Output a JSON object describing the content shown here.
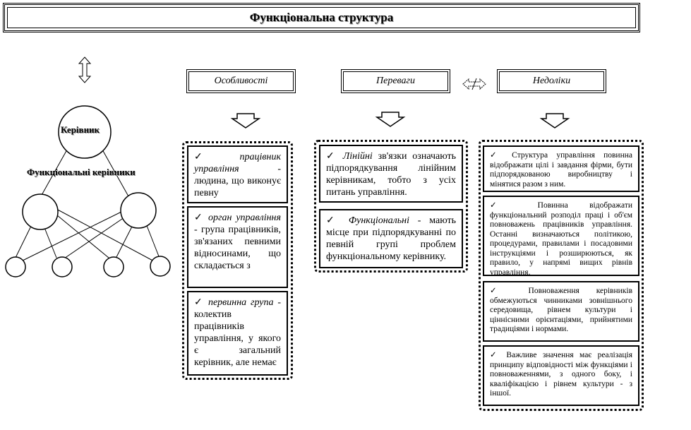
{
  "title": "Функціональна структура",
  "diagram": {
    "manager_label": "Керівник",
    "functional_label": "Функціональні керівники"
  },
  "columns": {
    "features": {
      "header": "Особливості",
      "cards": [
        {
          "check": "✓",
          "term": "працівник управління",
          "text": " - людина, що виконує певну"
        },
        {
          "check": "✓",
          "term": "орган управління",
          "text": " - група працівників, зв'язаних певними відносинами, що складається з"
        },
        {
          "check": "✓",
          "term": "первинна група",
          "text": " - колектив працівників управління, у якого є загальний керівник, але немає"
        }
      ]
    },
    "advantages": {
      "header": "Переваги",
      "cards": [
        {
          "check": "✓",
          "term": "Лінійні",
          "text": " зв'язки означають підпорядкування лінійним керівникам, тобто з усіх питань управління."
        },
        {
          "check": "✓",
          "term": "Функціональні",
          "text": " - мають місце при підпорядкуванні по певній групі проблем функціональному керівнику."
        }
      ]
    },
    "disadvantages": {
      "header": "Недоліки",
      "cards": [
        {
          "check": "✓",
          "text": " Структура управління повинна відображати цілі і завдання фірми, бути підпорядкованою виробництву і мінятися разом з ним."
        },
        {
          "check": "✓",
          "text": " Повинна відображати функціональний розподіл праці і об'єм повноважень працівників управління. Останні визначаються політикою, процедурами, правилами і посадовими інструкціями і розширюються, як правило, у напрямі вищих рівнів управління."
        },
        {
          "check": "✓",
          "text": " Повноваження керівників обмежуються чинниками зовнішнього середовища, рівнем культури і ціннісними орієнтаціями, прийнятими традиціями і нормами."
        },
        {
          "check": "✓",
          "text": " Важливе значення має реалізація принципу відповідності між функціями і повноваженнями, з одного боку, і кваліфікацією і рівнем культури - з іншої."
        }
      ]
    }
  }
}
